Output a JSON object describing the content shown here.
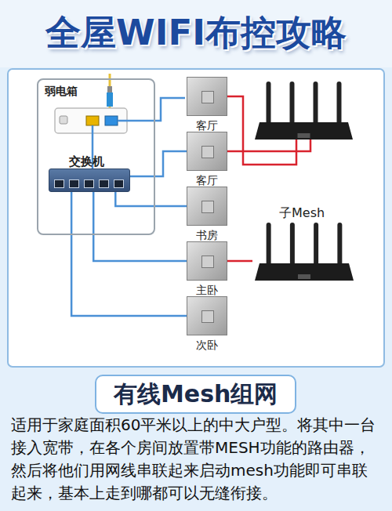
{
  "diagram": {
    "title": "全屋WIFI布控攻略",
    "caption": "适用于家庭面积60平米以上的中大户型。将其中一台接入宽带，在各个房间放置带MESH功能的路由器，然后将他们用网线串联起来启动mesh功能即可串联起来，基本上走到哪都可以无缝衔接。",
    "nodes": [
      {
        "text": [
          "弱电箱"
        ]
      },
      {
        "text": [
          "交换机"
        ],
        "in": 0
      },
      {
        "text": [
          "客厅"
        ]
      },
      {
        "text": [
          "客厅"
        ]
      },
      {
        "text": [
          "书房"
        ]
      },
      {
        "text": [
          "主卧"
        ]
      },
      {
        "text": [
          "次卧"
        ]
      },
      {
        "text": [
          "子Mesh"
        ]
      },
      {
        "text": [
          "有线Mesh组网"
        ]
      }
    ],
    "edges": [
      {
        "from": 1,
        "to": 3,
        "arrow": "none"
      },
      {
        "from": 1,
        "to": 4,
        "arrow": "none"
      },
      {
        "from": 1,
        "to": 5,
        "arrow": "none"
      },
      {
        "from": 1,
        "to": 6,
        "arrow": "none"
      },
      {
        "from": 5,
        "to": 7,
        "arrow": "none"
      }
    ]
  }
}
